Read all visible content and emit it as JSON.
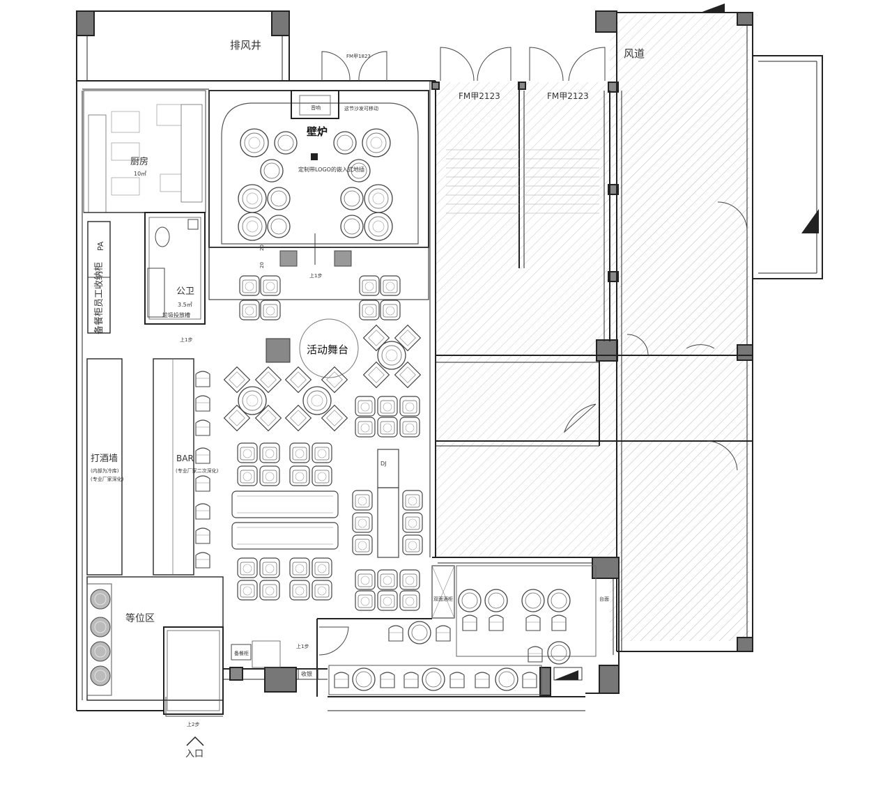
{
  "rooms": {
    "exhaust": "排风井",
    "air_duct": "风道",
    "kitchen": "厨房",
    "kitchen_area": "10㎡",
    "fireplace": "壁炉",
    "speaker": "音响",
    "sofa_note": "这节沙发可移动",
    "floor_socket": "定制带LOGO的嵌入式地插",
    "toilet": "公卫",
    "toilet_area": "3.5㎡",
    "trash_slot": "垃圾投放槽",
    "stage": "活动舞台",
    "pa": "PA",
    "storage": "备餐柜员工收纳柜",
    "bar_wall": "打酒墙",
    "bar_wall_note1": "(内部为冷库)",
    "bar_wall_note2": "(专业厂家深化)",
    "bar": "BAR",
    "bar_note": "(专业厂家二次深化)",
    "waiting": "等位区",
    "double_cabinet": "双面酒柜",
    "counter": "台面",
    "cashier": "收银",
    "prep": "备餐柜",
    "dj": "DJ",
    "entrance": "入口",
    "step1": "上1步",
    "step2": "上2步"
  },
  "doors": {
    "d1": "FM甲1823",
    "d2": "FM甲2123",
    "d3": "FM甲2123"
  },
  "dims": {
    "d20a": "20",
    "d20b": "20"
  }
}
